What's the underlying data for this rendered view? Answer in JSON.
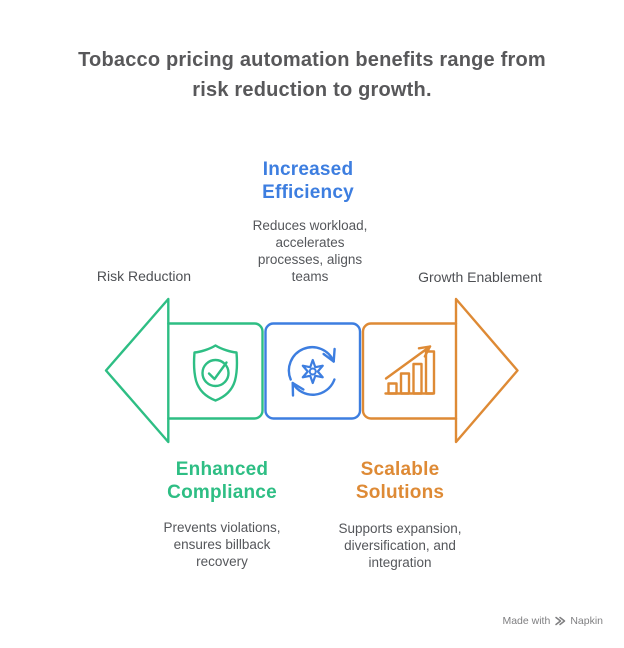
{
  "title": {
    "lines": [
      "Tobacco pricing automation benefits range from",
      "risk reduction to growth."
    ]
  },
  "side_labels": {
    "left": "Risk Reduction",
    "right": "Growth Enablement"
  },
  "sections": {
    "efficiency": {
      "color": "#3D7EE0",
      "title_lines": [
        "Increased",
        "Efficiency"
      ],
      "desc_lines": [
        "Reduces workload,",
        "accelerates",
        "processes, aligns",
        "teams"
      ],
      "icon": "sync-gear-icon"
    },
    "compliance": {
      "color": "#2EBE84",
      "title_lines": [
        "Enhanced",
        "Compliance"
      ],
      "desc_lines": [
        "Prevents violations,",
        "ensures billback",
        "recovery"
      ],
      "icon": "shield-check-icon"
    },
    "scalable": {
      "color": "#DE8A35",
      "title_lines": [
        "Scalable",
        "Solutions"
      ],
      "desc_lines": [
        "Supports expansion,",
        "diversification, and",
        "integration"
      ],
      "icon": "growth-chart-icon"
    }
  },
  "colors": {
    "green": "#2EBE84",
    "blue": "#3D7EE0",
    "orange": "#DE8A35",
    "title_text": "#58585A",
    "body_text": "#55575B",
    "footer_text": "#7F7F81"
  },
  "footer": {
    "made_with": "Made with",
    "brand": "Napkin"
  }
}
